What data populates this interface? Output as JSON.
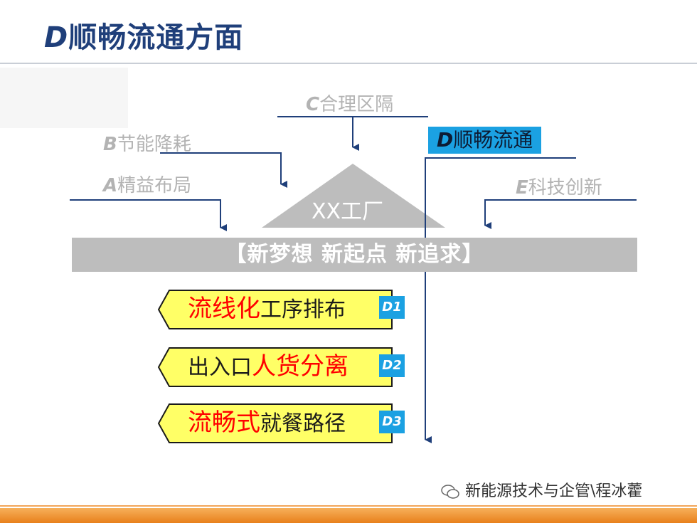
{
  "title": {
    "letter": "D",
    "text": "顺畅流通方面"
  },
  "labels": {
    "c": {
      "letter": "C",
      "text": "合理区隔"
    },
    "b": {
      "letter": "B",
      "text": "节能降耗"
    },
    "a": {
      "letter": "A",
      "text": "精益布局"
    },
    "d": {
      "letter": "D",
      "text": "顺畅流通"
    },
    "e": {
      "letter": "E",
      "text": "科技创新"
    }
  },
  "factory": "XX工厂",
  "banner": "【新梦想 新起点 新追求】",
  "items": [
    {
      "red": "流线化",
      "black": "工序排布",
      "badge": "D1"
    },
    {
      "black": "出入口",
      "red": "人货分离",
      "badge": "D2"
    },
    {
      "red": "流畅式",
      "black": "就餐路径",
      "badge": "D3"
    }
  ],
  "watermark": "新能源技术与企管\\程冰藿",
  "colors": {
    "title": "#1f3f7a",
    "accent_blue": "#1ba1e2",
    "arrow": "#1f3f7a",
    "gray": "#bdbdbd",
    "item_fill": "#ffff66",
    "red": "#ff0000",
    "footer": "#e8801c"
  }
}
